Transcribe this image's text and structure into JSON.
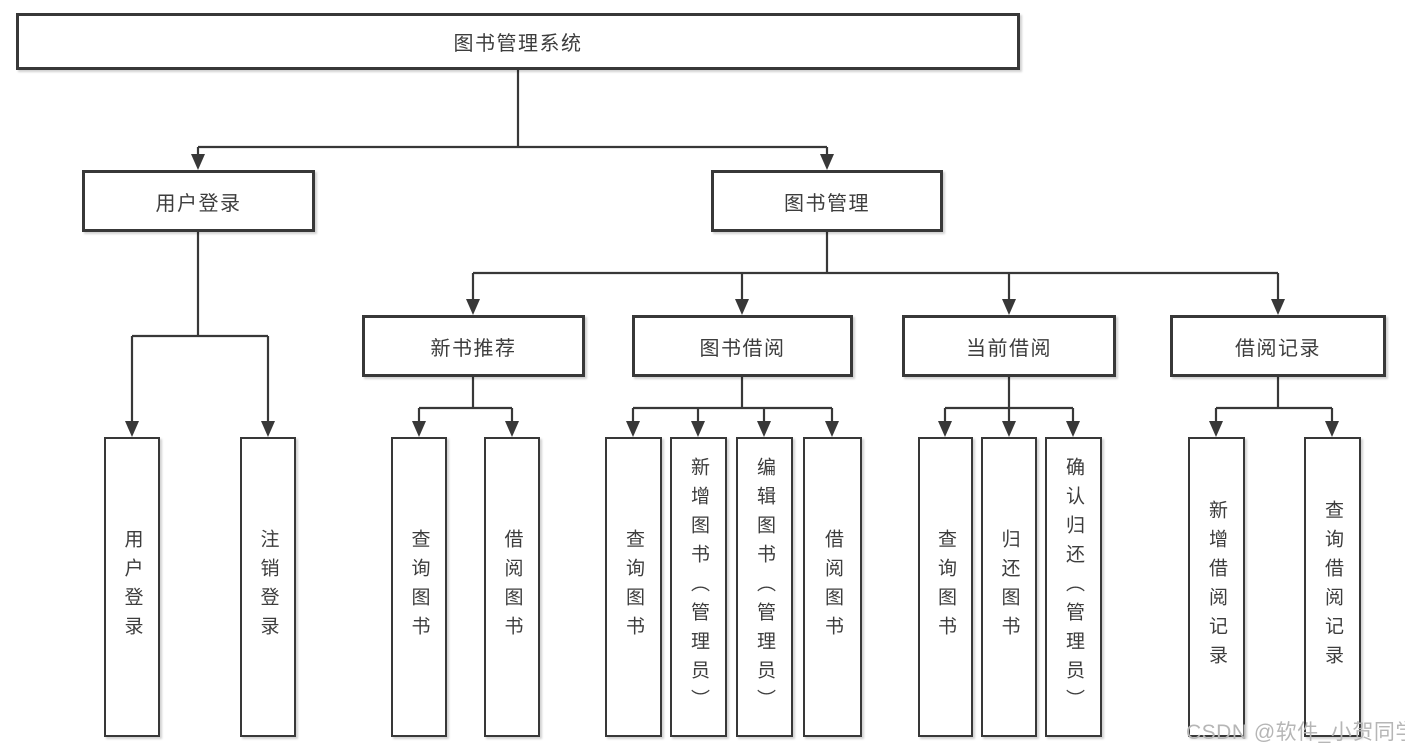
{
  "colors": {
    "line": "#383838",
    "box_border": "#383838",
    "box_fill": "#ffffff",
    "text": "#3d3d3d",
    "watermark": "#b6b6b6",
    "background": "#ffffff"
  },
  "tree": {
    "label": "图书管理系统",
    "children": [
      {
        "label": "用户登录",
        "children": [
          {
            "label": "用户登录"
          },
          {
            "label": "注销登录"
          }
        ]
      },
      {
        "label": "图书管理",
        "children": [
          {
            "label": "新书推荐",
            "children": [
              {
                "label": "查询图书"
              },
              {
                "label": "借阅图书"
              }
            ]
          },
          {
            "label": "图书借阅",
            "children": [
              {
                "label": "查询图书"
              },
              {
                "label": "新增图书（管理员）"
              },
              {
                "label": "编辑图书（管理员）"
              },
              {
                "label": "借阅图书"
              }
            ]
          },
          {
            "label": "当前借阅",
            "children": [
              {
                "label": "查询图书"
              },
              {
                "label": "归还图书"
              },
              {
                "label": "确认归还（管理员）"
              }
            ]
          },
          {
            "label": "借阅记录",
            "children": [
              {
                "label": "新增借阅记录"
              },
              {
                "label": "查询借阅记录"
              }
            ]
          }
        ]
      }
    ]
  },
  "watermark": {
    "text": "CSDN @软件_小贺同学"
  }
}
